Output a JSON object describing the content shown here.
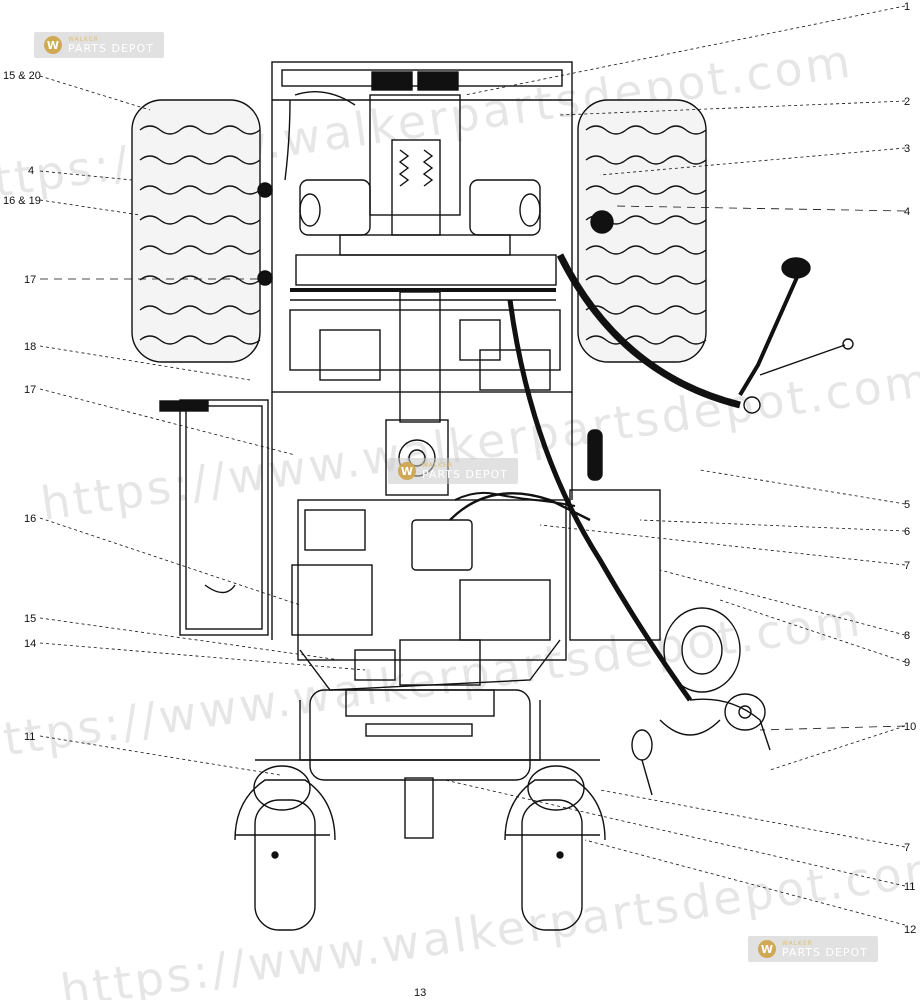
{
  "watermark": {
    "text_a": "https://www.walkerpartsdepot.com",
    "text_b": "https://www.walkerpartsdepot.com",
    "logo": {
      "top": "WALKER",
      "bottom": "PARTS DEPOT",
      "mark": "W"
    }
  },
  "callouts_left": [
    "15 & 20",
    "4",
    "16 & 19",
    "17",
    "18",
    "17",
    "16",
    "15",
    "14",
    "11"
  ],
  "callouts_right": [
    "1",
    "2",
    "3",
    "4",
    "5",
    "6",
    "7",
    "8",
    "9",
    "10",
    "7",
    "11",
    "12"
  ],
  "callout_bottom": "13"
}
